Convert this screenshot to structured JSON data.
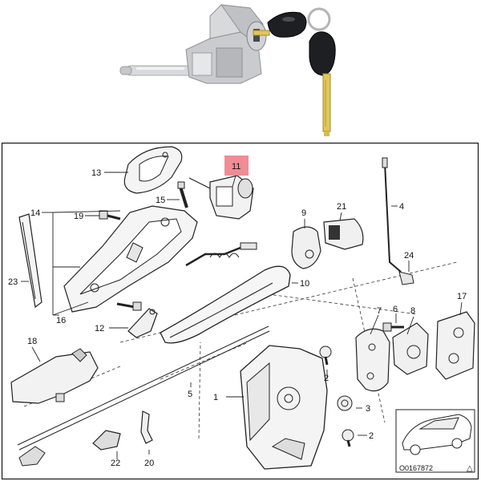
{
  "photo": {
    "subject": "door-lock-cylinder-with-two-keys"
  },
  "diagram": {
    "highlight_color": "#f08c96",
    "highlighted_part": "11",
    "callouts": [
      "13",
      "11",
      "15",
      "14",
      "19",
      "9",
      "21",
      "4",
      "24",
      "23",
      "16",
      "12",
      "10",
      "7",
      "6",
      "8",
      "17",
      "18",
      "2",
      "1",
      "5",
      "3",
      "22",
      "20"
    ],
    "thumbnail_code": "O0167872"
  }
}
